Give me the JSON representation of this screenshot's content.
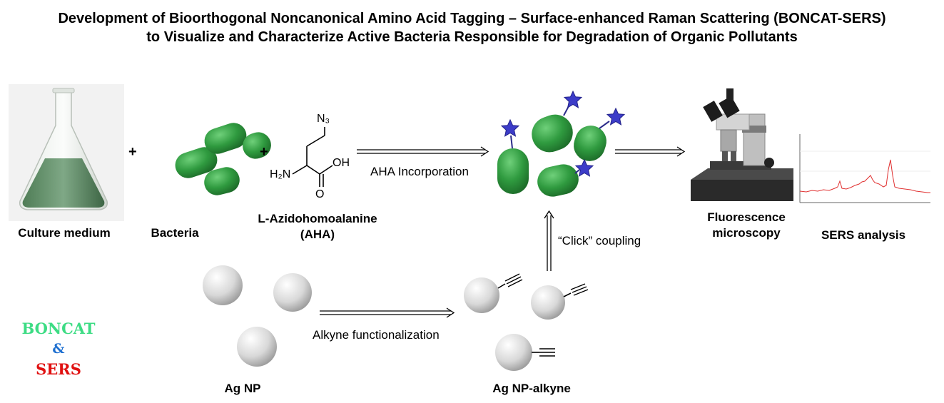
{
  "title": {
    "line1": "Development of Bioorthogonal Noncanonical Amino Acid Tagging – Surface-enhanced Raman Scattering (BONCAT-SERS)",
    "line2": "to Visualize and Characterize Active Bacteria Responsible for Degradation of Organic Pollutants"
  },
  "labels": {
    "culture_medium": "Culture medium",
    "bacteria": "Bacteria",
    "aha_name": "L-Azidohomoalanine",
    "aha_abbrev": "(AHA)",
    "fluorescence_line1": "Fluorescence",
    "fluorescence_line2": "microscopy",
    "sers_analysis": "SERS analysis",
    "ag_np": "Ag NP",
    "ag_np_alkyne": "Ag NP-alkyne"
  },
  "steps": {
    "aha_incorporation": "AHA Incorporation",
    "click_coupling": "“Click” coupling",
    "alkyne_functionalization": "Alkyne functionalization"
  },
  "symbols": {
    "plus": "+"
  },
  "molecule": {
    "n3": "N₃",
    "h2n": "H₂N",
    "oh": "OH",
    "o": "O"
  },
  "brand": {
    "boncat": "BONCAT",
    "amp": "&",
    "sers": "SERS"
  },
  "colors": {
    "bacteria_green": "#2f9a3f",
    "tag_blue": "#3c3cc8",
    "boncat_green": "#3ddc84",
    "amp_blue": "#1e6fd0",
    "sers_red": "#e01010",
    "spectrum_red": "#e03030"
  }
}
